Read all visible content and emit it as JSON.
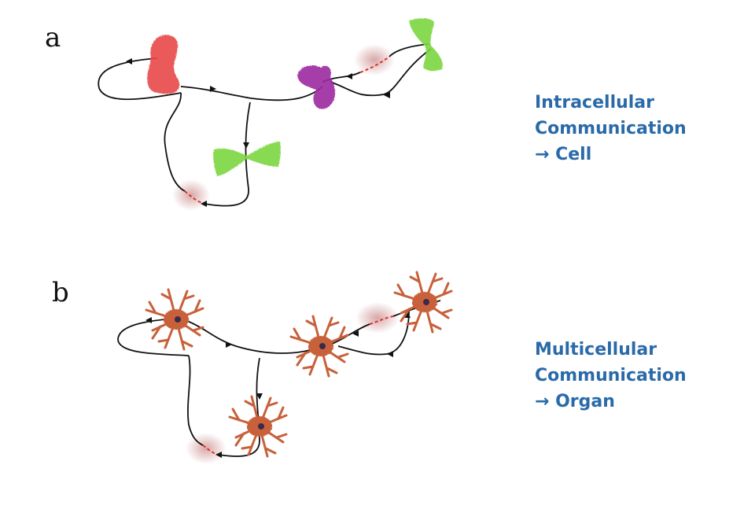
{
  "panels": {
    "a": {
      "letter": "a",
      "caption_lines": [
        "Intracellular",
        "Communication",
        "→ Cell"
      ]
    },
    "b": {
      "letter": "b",
      "caption_lines": [
        "Multicellular",
        "Communication",
        "→ Organ"
      ]
    }
  },
  "colors": {
    "caption_text": "#2a6aa8",
    "red_molecule": "#e84a4a",
    "green_molecule": "#7cd640",
    "purple_molecule": "#9c2aa0",
    "cell_body": "#c8603a",
    "nucleus": "#3a2a4a",
    "pathway_line": "#111111",
    "broken_link": "#e0302a",
    "glow": "#c07070"
  },
  "icons": [
    "red-molecule-icon",
    "green-molecule-icon",
    "purple-molecule-icon",
    "neuron-cell-icon"
  ]
}
